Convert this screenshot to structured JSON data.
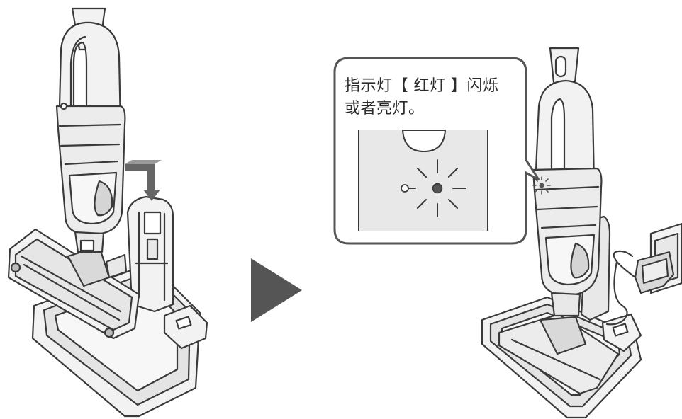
{
  "callout": {
    "line1": "指示灯【 红灯 】闪烁",
    "line2": "或者亮灯。"
  },
  "colors": {
    "outline": "#3a3a3a",
    "body_fill": "#f2f2f2",
    "shade": "#d9d9d9",
    "panel": "#e8e8e8",
    "arrow": "#555555",
    "led": "#555555"
  },
  "icons": {
    "step_arrow": "right-triangle",
    "indicator": "blinking-light"
  }
}
